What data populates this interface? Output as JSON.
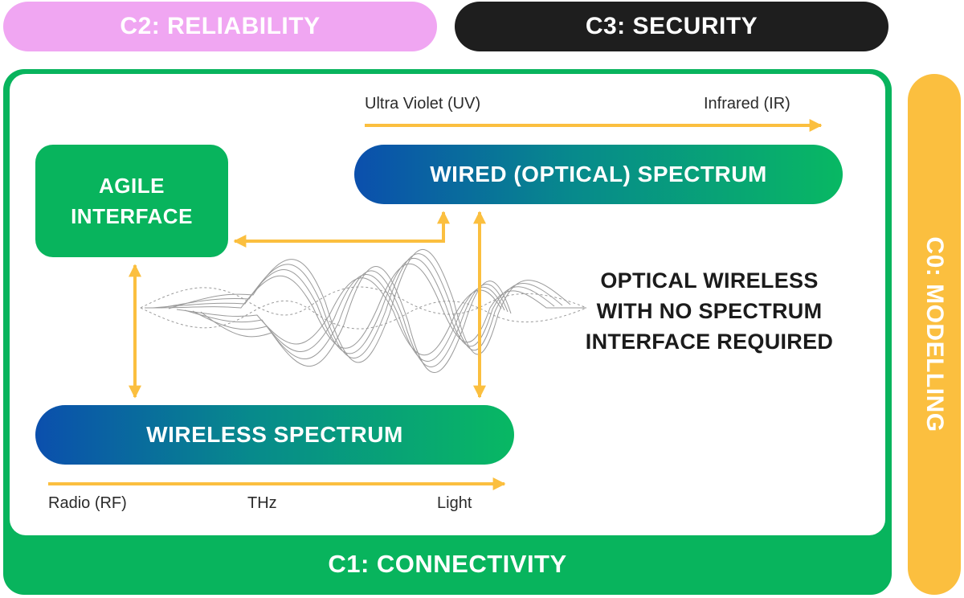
{
  "categories": {
    "c2": "C2: RELIABILITY",
    "c3": "C3: SECURITY",
    "c0": "C0: MODELLING",
    "c1": "C1: CONNECTIVITY"
  },
  "boxes": {
    "agile_line1": "AGILE",
    "agile_line2": "INTERFACE",
    "wired": "WIRED (OPTICAL) SPECTRUM",
    "wireless": "WIRELESS SPECTRUM"
  },
  "optical_axis": {
    "start": "Ultra Violet (UV)",
    "end": "Infrared (IR)"
  },
  "wireless_axis": {
    "start": "Radio (RF)",
    "mid": "THz",
    "end": "Light"
  },
  "note": {
    "line1": "OPTICAL WIRELESS",
    "line2": "WITH NO SPECTRUM",
    "line3": "INTERFACE REQUIRED"
  },
  "colors": {
    "green": "#08b45d",
    "arrow": "#fbbf3f",
    "pink": "#f0a6f2",
    "dark": "#1e1e1e",
    "blue": "#0b4fad"
  }
}
